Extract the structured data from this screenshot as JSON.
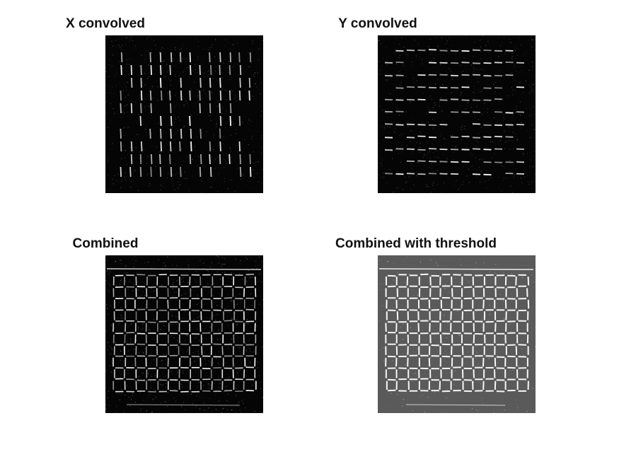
{
  "figure": {
    "panels": [
      {
        "title": "X convolved"
      },
      {
        "title": "Y convolved"
      },
      {
        "title": "Combined"
      },
      {
        "title": "Combined with threshold"
      }
    ]
  },
  "colors": {
    "page_background": "#ffffff",
    "image_background_dark": "#050505",
    "image_background_threshold": "#5a5a5a",
    "edge_color": "#ffffff",
    "title_color": "#111111"
  }
}
